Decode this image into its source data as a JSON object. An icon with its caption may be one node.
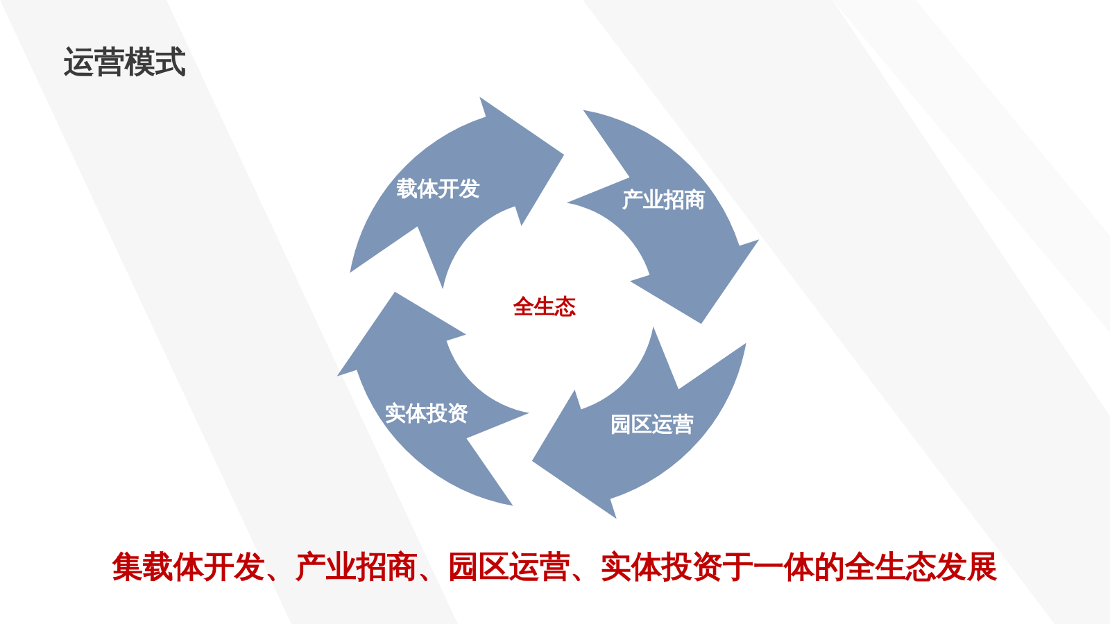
{
  "diagram": {
    "title": "运营模式",
    "caption": "集载体开发、产业招商、园区运营、实体投资于一体的全生态发展",
    "nodes": [
      {
        "text": [
          "载体开发"
        ]
      },
      {
        "text": [
          "产业招商"
        ]
      },
      {
        "text": [
          "园区运营"
        ]
      },
      {
        "text": [
          "实体投资"
        ]
      }
    ],
    "labels": [
      "全生态"
    ]
  }
}
